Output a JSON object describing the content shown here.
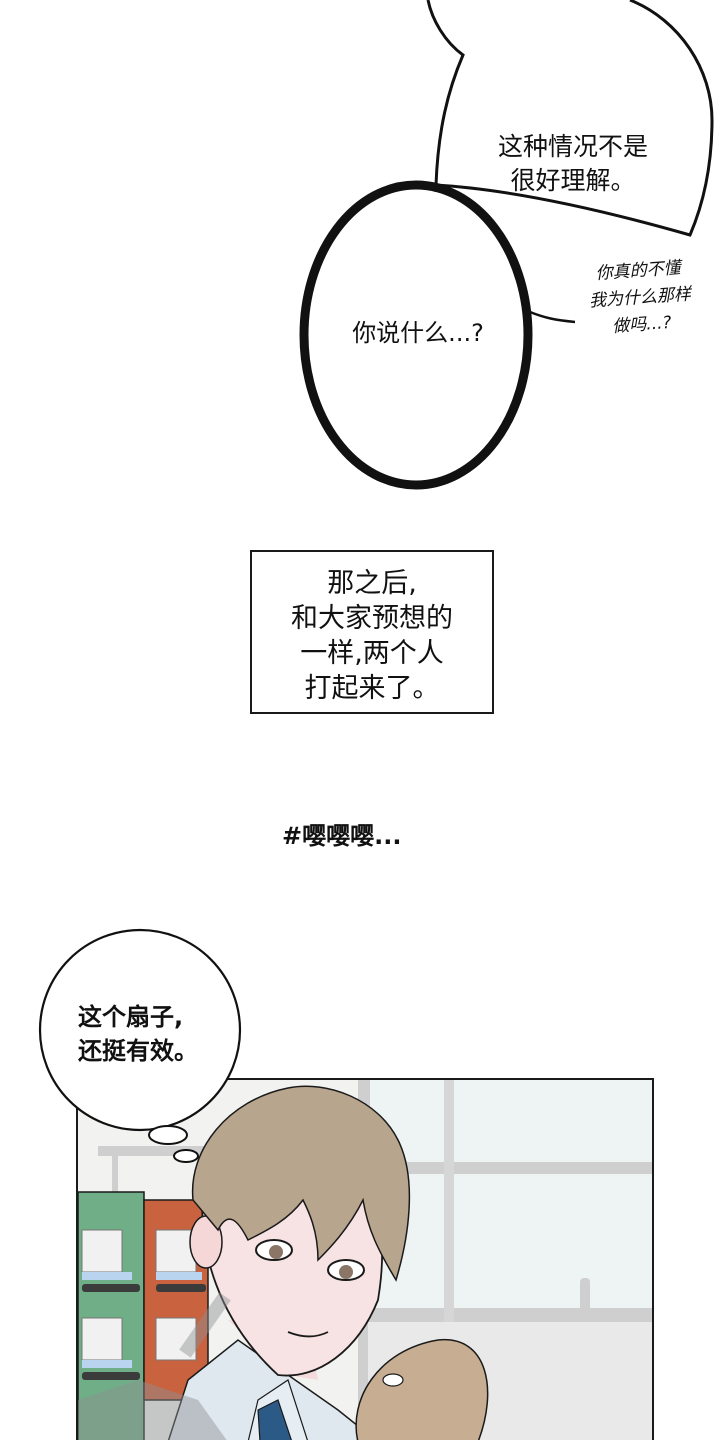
{
  "page": {
    "type": "webcomic-strip",
    "background": "#ffffff"
  },
  "bubbles": [
    {
      "id": "large-bubble-top-right",
      "shape": "speech-bubble-large",
      "text": "这种情况不是\n很好理解。"
    },
    {
      "id": "handwritten-aside",
      "shape": "free-text-handwritten",
      "text": "你真的不懂\n我为什么那样\n做吗...?"
    },
    {
      "id": "bold-oval-bubble",
      "shape": "oval-bold-outline",
      "text": "你说什么...?"
    },
    {
      "id": "thought-bubble",
      "shape": "thought-bubble-round",
      "text": "这个扇子,\n还挺有效。"
    }
  ],
  "caption": {
    "text": "那之后,\n和大家预想的\n一样,两个人\n打起来了。"
  },
  "sound_effect": {
    "text": "#嘤嘤嘤..."
  },
  "panel": {
    "description": "Young man with light brown hair smiling, holding a plush toy, store shelves behind",
    "colors": {
      "hair": "#b8a58e",
      "skin": "#f7e3e3",
      "shirt": "#dfe8ef",
      "tie": "#2c5a86",
      "shelf_green": "#6fae86",
      "shelf_red": "#c9623f",
      "window": "#eef3f4",
      "window_frame": "#c9c9c9",
      "plush": "#c7ae93",
      "watermark": "#8e9092"
    }
  }
}
